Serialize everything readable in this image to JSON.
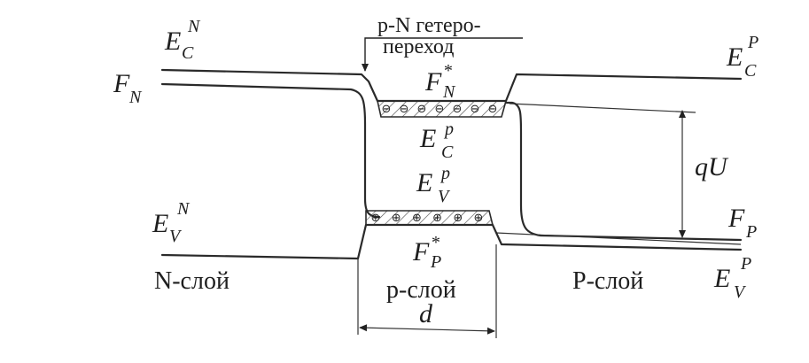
{
  "labels": {
    "ec_n_main": "E",
    "ec_n_sub": "C",
    "ec_n_sup": "N",
    "fn_main": "F",
    "fn_sub": "N",
    "ev_n_main": "E",
    "ev_n_sub": "V",
    "ev_n_sup": "N",
    "junction_line1": "p-N гетеро-",
    "junction_line2": "переход",
    "fn_star_main": "F",
    "fn_star_sub": "N",
    "fn_star_sup": "*",
    "ec_p_main": "E",
    "ec_p_sub": "C",
    "ec_p_sup": "P",
    "ec_p_small_main": "E",
    "ec_p_small_sub": "C",
    "ec_p_small_sup": "p",
    "ev_p_small_main": "E",
    "ev_p_small_sub": "V",
    "ev_p_small_sup": "p",
    "fp_star_main": "F",
    "fp_star_sub": "P",
    "fp_star_sup": "*",
    "qu": "qU",
    "fp_main": "F",
    "fp_sub": "P",
    "ev_p_main": "E",
    "ev_p_sub": "V",
    "ev_p_sup": "P",
    "n_layer": "N-слой",
    "p_layer_small": "p-слой",
    "p_layer_big": "P-слой",
    "d": "d"
  },
  "charges": {
    "electrons": [
      "⊖",
      "⊖",
      "⊖",
      "⊖",
      "⊖",
      "⊖",
      "⊖"
    ],
    "holes": [
      "⊕",
      "⊕",
      "⊕",
      "⊕",
      "⊕",
      "⊕"
    ]
  }
}
